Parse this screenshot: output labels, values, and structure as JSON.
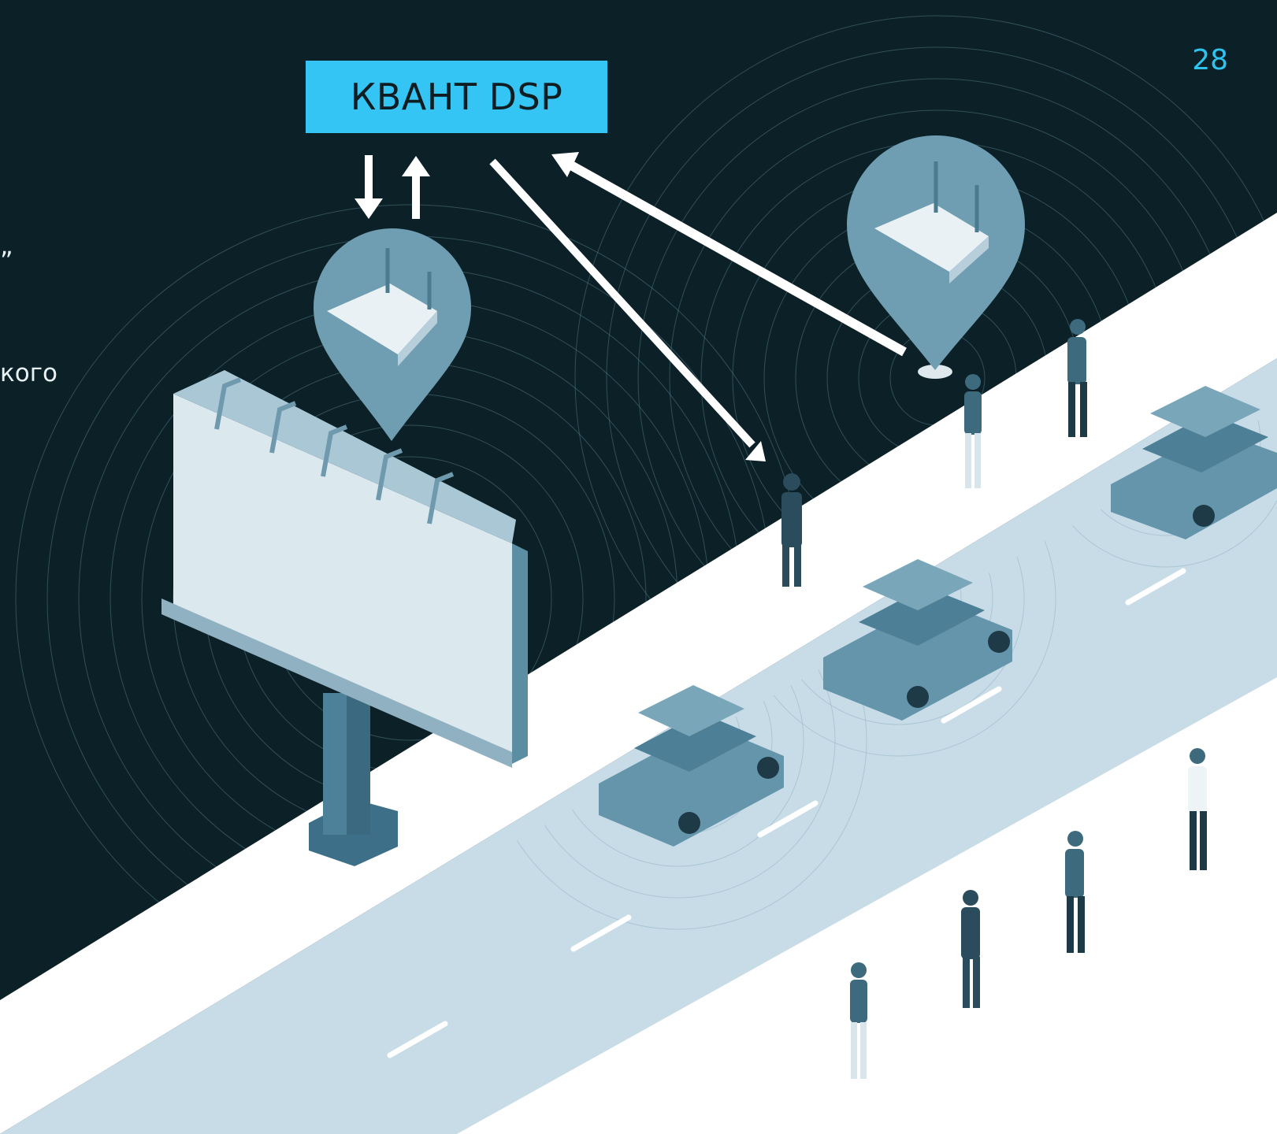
{
  "page": {
    "number": "28"
  },
  "dsp": {
    "label": "КВАНТ DSP"
  },
  "side_text": {
    "quote_mark": "”",
    "word_fragment": "кого"
  },
  "colors": {
    "background": "#0b2127",
    "accent": "#35c5f5",
    "road": "#c5dbe6",
    "sidewalk": "#ffffff",
    "pin": "#6e9cb0",
    "car": "#5e8ea4",
    "arrow": "#ffffff"
  },
  "icons": [
    "router-pin-icon",
    "billboard-icon",
    "car-icon",
    "person-icon",
    "arrow-icon"
  ]
}
